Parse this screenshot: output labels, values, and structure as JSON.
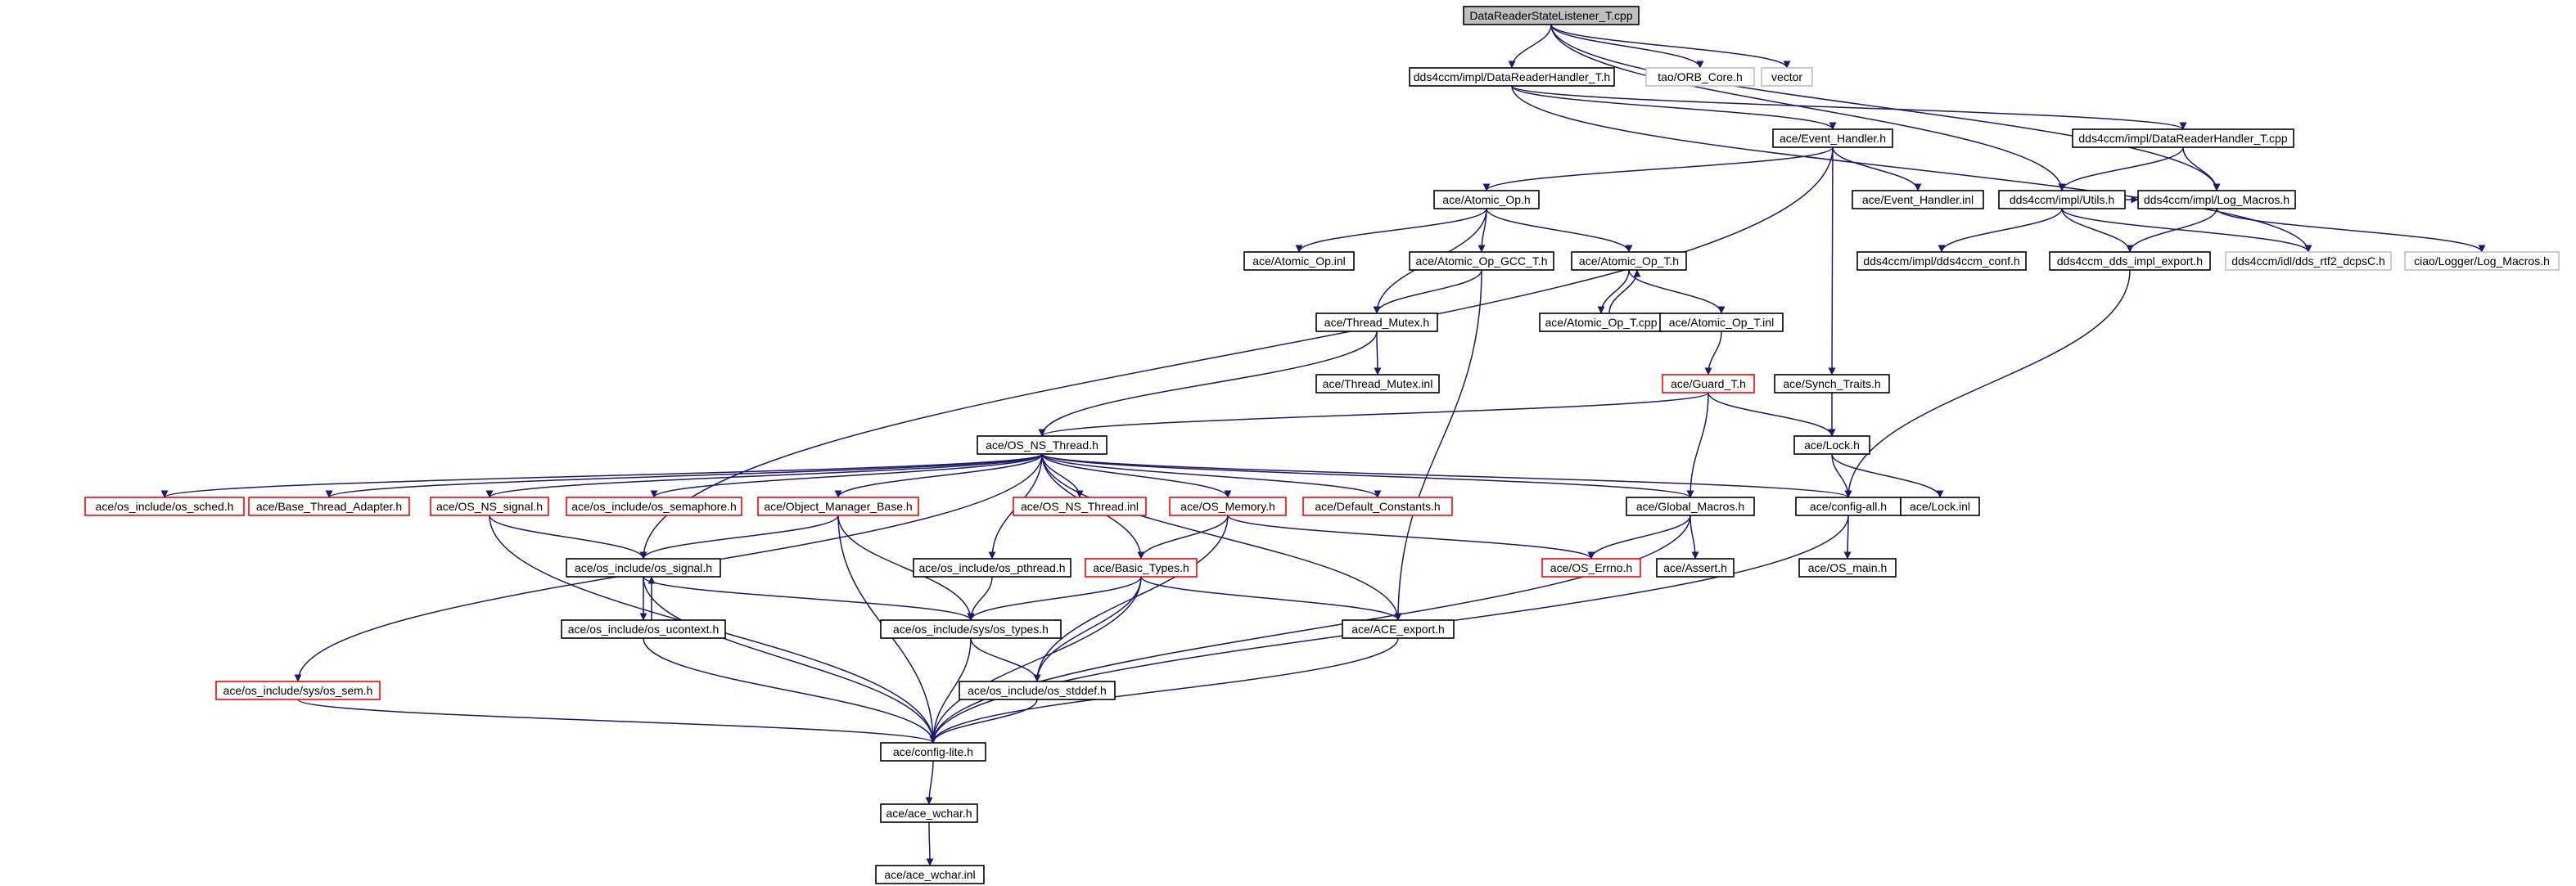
{
  "diagram": {
    "colors": {
      "edge": "#191970",
      "border_black": "#000000",
      "border_red": "#ff0000",
      "border_gray": "#bfbfbf",
      "fill_root": "#bfbfbf",
      "fill_default": "#ffffff"
    },
    "nodes": [
      {
        "id": "n0",
        "label": "DataReaderStateListener_T.cpp",
        "style": "root"
      },
      {
        "id": "n1",
        "label": "dds4ccm/impl/DataReaderHandler_T.h",
        "style": "black"
      },
      {
        "id": "n2",
        "label": "tao/ORB_Core.h",
        "style": "gray"
      },
      {
        "id": "n3",
        "label": "vector",
        "style": "gray"
      },
      {
        "id": "n4",
        "label": "ace/Event_Handler.h",
        "style": "black"
      },
      {
        "id": "n5",
        "label": "dds4ccm/impl/DataReaderHandler_T.cpp",
        "style": "black"
      },
      {
        "id": "n6",
        "label": "ace/Atomic_Op.h",
        "style": "black"
      },
      {
        "id": "n7",
        "label": "ace/Event_Handler.inl",
        "style": "black"
      },
      {
        "id": "n8",
        "label": "dds4ccm/impl/Utils.h",
        "style": "black"
      },
      {
        "id": "n9",
        "label": "dds4ccm/impl/Log_Macros.h",
        "style": "black"
      },
      {
        "id": "n10",
        "label": "ace/Atomic_Op.inl",
        "style": "black"
      },
      {
        "id": "n11",
        "label": "ace/Atomic_Op_GCC_T.h",
        "style": "black"
      },
      {
        "id": "n12",
        "label": "ace/Atomic_Op_T.h",
        "style": "black"
      },
      {
        "id": "n13",
        "label": "dds4ccm/impl/dds4ccm_conf.h",
        "style": "black"
      },
      {
        "id": "n14",
        "label": "dds4ccm_dds_impl_export.h",
        "style": "black"
      },
      {
        "id": "n15",
        "label": "dds4ccm/idl/dds_rtf2_dcpsC.h",
        "style": "gray"
      },
      {
        "id": "n16",
        "label": "ciao/Logger/Log_Macros.h",
        "style": "gray"
      },
      {
        "id": "n17",
        "label": "ace/Thread_Mutex.h",
        "style": "black"
      },
      {
        "id": "n18",
        "label": "ace/Atomic_Op_T.cpp",
        "style": "black"
      },
      {
        "id": "n19",
        "label": "ace/Atomic_Op_T.inl",
        "style": "black"
      },
      {
        "id": "n20",
        "label": "ace/Thread_Mutex.inl",
        "style": "black"
      },
      {
        "id": "n21",
        "label": "ace/Guard_T.h",
        "style": "red"
      },
      {
        "id": "n22",
        "label": "ace/Synch_Traits.h",
        "style": "black"
      },
      {
        "id": "n23",
        "label": "ace/OS_NS_Thread.h",
        "style": "black"
      },
      {
        "id": "n24",
        "label": "ace/Lock.h",
        "style": "black"
      },
      {
        "id": "n25",
        "label": "ace/os_include/os_sched.h",
        "style": "red"
      },
      {
        "id": "n26",
        "label": "ace/Base_Thread_Adapter.h",
        "style": "red"
      },
      {
        "id": "n27",
        "label": "ace/OS_NS_signal.h",
        "style": "red"
      },
      {
        "id": "n28",
        "label": "ace/os_include/os_semaphore.h",
        "style": "red"
      },
      {
        "id": "n29",
        "label": "ace/Object_Manager_Base.h",
        "style": "red"
      },
      {
        "id": "n30",
        "label": "ace/OS_NS_Thread.inl",
        "style": "red"
      },
      {
        "id": "n31",
        "label": "ace/OS_Memory.h",
        "style": "red"
      },
      {
        "id": "n32",
        "label": "ace/Default_Constants.h",
        "style": "red"
      },
      {
        "id": "n33",
        "label": "ace/Global_Macros.h",
        "style": "black"
      },
      {
        "id": "n34",
        "label": "ace/config-all.h",
        "style": "black"
      },
      {
        "id": "n35",
        "label": "ace/Lock.inl",
        "style": "black"
      },
      {
        "id": "n36",
        "label": "ace/os_include/os_signal.h",
        "style": "black"
      },
      {
        "id": "n37",
        "label": "ace/os_include/os_pthread.h",
        "style": "black"
      },
      {
        "id": "n38",
        "label": "ace/Basic_Types.h",
        "style": "red"
      },
      {
        "id": "n39",
        "label": "ace/OS_Errno.h",
        "style": "red"
      },
      {
        "id": "n40",
        "label": "ace/Assert.h",
        "style": "black"
      },
      {
        "id": "n41",
        "label": "ace/OS_main.h",
        "style": "black"
      },
      {
        "id": "n42",
        "label": "ace/os_include/os_ucontext.h",
        "style": "black"
      },
      {
        "id": "n43",
        "label": "ace/os_include/sys/os_types.h",
        "style": "black"
      },
      {
        "id": "n44",
        "label": "ace/ACE_export.h",
        "style": "black"
      },
      {
        "id": "n45",
        "label": "ace/os_include/os_stddef.h",
        "style": "black"
      },
      {
        "id": "n46",
        "label": "ace/os_include/sys/os_sem.h",
        "style": "red"
      },
      {
        "id": "n47",
        "label": "ace/config-lite.h",
        "style": "black"
      },
      {
        "id": "n48",
        "label": "ace/ace_wchar.h",
        "style": "black"
      },
      {
        "id": "n49",
        "label": "ace/ace_wchar.inl",
        "style": "black"
      }
    ],
    "edges": [
      [
        "n0",
        "n1"
      ],
      [
        "n0",
        "n2"
      ],
      [
        "n0",
        "n3"
      ],
      [
        "n0",
        "n8"
      ],
      [
        "n0",
        "n9"
      ],
      [
        "n1",
        "n4"
      ],
      [
        "n1",
        "n5"
      ],
      [
        "n1",
        "n15"
      ],
      [
        "n5",
        "n8"
      ],
      [
        "n5",
        "n9"
      ],
      [
        "n4",
        "n6"
      ],
      [
        "n4",
        "n7"
      ],
      [
        "n4",
        "n22"
      ],
      [
        "n4",
        "n36"
      ],
      [
        "n8",
        "n13"
      ],
      [
        "n8",
        "n14"
      ],
      [
        "n8",
        "n15"
      ],
      [
        "n8",
        "n9"
      ],
      [
        "n9",
        "n14"
      ],
      [
        "n9",
        "n16"
      ],
      [
        "n14",
        "n34"
      ],
      [
        "n6",
        "n10"
      ],
      [
        "n6",
        "n11"
      ],
      [
        "n6",
        "n12"
      ],
      [
        "n6",
        "n17"
      ],
      [
        "n11",
        "n17"
      ],
      [
        "n11",
        "n44"
      ],
      [
        "n12",
        "n18"
      ],
      [
        "n12",
        "n19"
      ],
      [
        "n18",
        "n12"
      ],
      [
        "n17",
        "n20"
      ],
      [
        "n17",
        "n23"
      ],
      [
        "n19",
        "n21"
      ],
      [
        "n21",
        "n23"
      ],
      [
        "n21",
        "n24"
      ],
      [
        "n21",
        "n33"
      ],
      [
        "n22",
        "n24"
      ],
      [
        "n24",
        "n35"
      ],
      [
        "n24",
        "n34"
      ],
      [
        "n23",
        "n25"
      ],
      [
        "n23",
        "n26"
      ],
      [
        "n23",
        "n27"
      ],
      [
        "n23",
        "n28"
      ],
      [
        "n23",
        "n29"
      ],
      [
        "n23",
        "n30"
      ],
      [
        "n23",
        "n31"
      ],
      [
        "n23",
        "n32"
      ],
      [
        "n23",
        "n33"
      ],
      [
        "n23",
        "n34"
      ],
      [
        "n23",
        "n37"
      ],
      [
        "n23",
        "n38"
      ],
      [
        "n23",
        "n44"
      ],
      [
        "n23",
        "n46"
      ],
      [
        "n27",
        "n36"
      ],
      [
        "n27",
        "n47"
      ],
      [
        "n29",
        "n36"
      ],
      [
        "n29",
        "n43"
      ],
      [
        "n29",
        "n47"
      ],
      [
        "n31",
        "n38"
      ],
      [
        "n31",
        "n39"
      ],
      [
        "n31",
        "n45"
      ],
      [
        "n33",
        "n39"
      ],
      [
        "n33",
        "n40"
      ],
      [
        "n33",
        "n47"
      ],
      [
        "n34",
        "n41"
      ],
      [
        "n34",
        "n47"
      ],
      [
        "n36",
        "n42"
      ],
      [
        "n36",
        "n43"
      ],
      [
        "n36",
        "n47"
      ],
      [
        "n42",
        "n36"
      ],
      [
        "n42",
        "n47"
      ],
      [
        "n37",
        "n43"
      ],
      [
        "n38",
        "n43"
      ],
      [
        "n38",
        "n44"
      ],
      [
        "n38",
        "n45"
      ],
      [
        "n38",
        "n47"
      ],
      [
        "n43",
        "n45"
      ],
      [
        "n43",
        "n47"
      ],
      [
        "n44",
        "n47"
      ],
      [
        "n45",
        "n47"
      ],
      [
        "n46",
        "n47"
      ],
      [
        "n47",
        "n48"
      ],
      [
        "n48",
        "n49"
      ]
    ]
  }
}
